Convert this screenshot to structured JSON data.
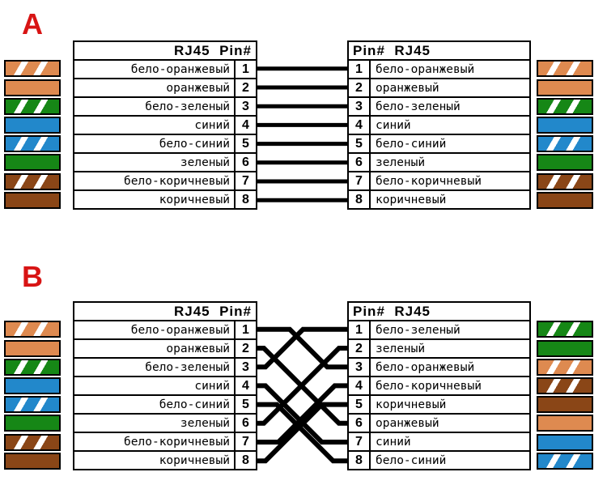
{
  "palette": {
    "orange": "#DE8A50",
    "green": "#168716",
    "blue": "#2288CB",
    "brown": "#8A4617",
    "stripe_white": "#FFFFFF",
    "wire_black": "#000000",
    "label_red": "#D81414"
  },
  "diagramA": {
    "label": "A",
    "left_table": {
      "header": "RJ45  Pin#",
      "rows": [
        {
          "pin": "1",
          "name": "бело-оранжевый",
          "color": "orange",
          "striped": true
        },
        {
          "pin": "2",
          "name": "оранжевый",
          "color": "orange",
          "striped": false
        },
        {
          "pin": "3",
          "name": "бело-зеленый",
          "color": "green",
          "striped": true
        },
        {
          "pin": "4",
          "name": "синий",
          "color": "blue",
          "striped": false
        },
        {
          "pin": "5",
          "name": "бело-синий",
          "color": "blue",
          "striped": true
        },
        {
          "pin": "6",
          "name": "зеленый",
          "color": "green",
          "striped": false
        },
        {
          "pin": "7",
          "name": "бело-коричневый",
          "color": "brown",
          "striped": true
        },
        {
          "pin": "8",
          "name": "коричневый",
          "color": "brown",
          "striped": false
        }
      ]
    },
    "right_table": {
      "header": "Pin#  RJ45",
      "rows": [
        {
          "pin": "1",
          "name": "бело-оранжевый",
          "color": "orange",
          "striped": true
        },
        {
          "pin": "2",
          "name": "оранжевый",
          "color": "orange",
          "striped": false
        },
        {
          "pin": "3",
          "name": "бело-зеленый",
          "color": "green",
          "striped": true
        },
        {
          "pin": "4",
          "name": "синий",
          "color": "blue",
          "striped": false
        },
        {
          "pin": "5",
          "name": "бело-синий",
          "color": "blue",
          "striped": true
        },
        {
          "pin": "6",
          "name": "зеленый",
          "color": "green",
          "striped": false
        },
        {
          "pin": "7",
          "name": "бело-коричневый",
          "color": "brown",
          "striped": true
        },
        {
          "pin": "8",
          "name": "коричневый",
          "color": "brown",
          "striped": false
        }
      ]
    },
    "connections": [
      [
        1,
        1
      ],
      [
        2,
        2
      ],
      [
        3,
        3
      ],
      [
        4,
        4
      ],
      [
        5,
        5
      ],
      [
        6,
        6
      ],
      [
        7,
        7
      ],
      [
        8,
        8
      ]
    ]
  },
  "diagramB": {
    "label": "B",
    "left_table": {
      "header": "RJ45  Pin#",
      "rows": [
        {
          "pin": "1",
          "name": "бело-оранжевый",
          "color": "orange",
          "striped": true
        },
        {
          "pin": "2",
          "name": "оранжевый",
          "color": "orange",
          "striped": false
        },
        {
          "pin": "3",
          "name": "бело-зеленый",
          "color": "green",
          "striped": true
        },
        {
          "pin": "4",
          "name": "синий",
          "color": "blue",
          "striped": false
        },
        {
          "pin": "5",
          "name": "бело-синий",
          "color": "blue",
          "striped": true
        },
        {
          "pin": "6",
          "name": "зеленый",
          "color": "green",
          "striped": false
        },
        {
          "pin": "7",
          "name": "бело-коричневый",
          "color": "brown",
          "striped": true
        },
        {
          "pin": "8",
          "name": "коричневый",
          "color": "brown",
          "striped": false
        }
      ]
    },
    "right_table": {
      "header": "Pin#  RJ45",
      "rows": [
        {
          "pin": "1",
          "name": "бело-зеленый",
          "color": "green",
          "striped": true
        },
        {
          "pin": "2",
          "name": "зеленый",
          "color": "green",
          "striped": false
        },
        {
          "pin": "3",
          "name": "бело-оранжевый",
          "color": "orange",
          "striped": true
        },
        {
          "pin": "4",
          "name": "бело-коричневый",
          "color": "brown",
          "striped": true
        },
        {
          "pin": "5",
          "name": "коричневый",
          "color": "brown",
          "striped": false
        },
        {
          "pin": "6",
          "name": "оранжевый",
          "color": "orange",
          "striped": false
        },
        {
          "pin": "7",
          "name": "синий",
          "color": "blue",
          "striped": false
        },
        {
          "pin": "8",
          "name": "бело-синий",
          "color": "blue",
          "striped": true
        }
      ]
    },
    "connections": [
      [
        1,
        3
      ],
      [
        2,
        6
      ],
      [
        3,
        1
      ],
      [
        4,
        7
      ],
      [
        5,
        8
      ],
      [
        6,
        2
      ],
      [
        7,
        4
      ],
      [
        8,
        5
      ]
    ]
  }
}
